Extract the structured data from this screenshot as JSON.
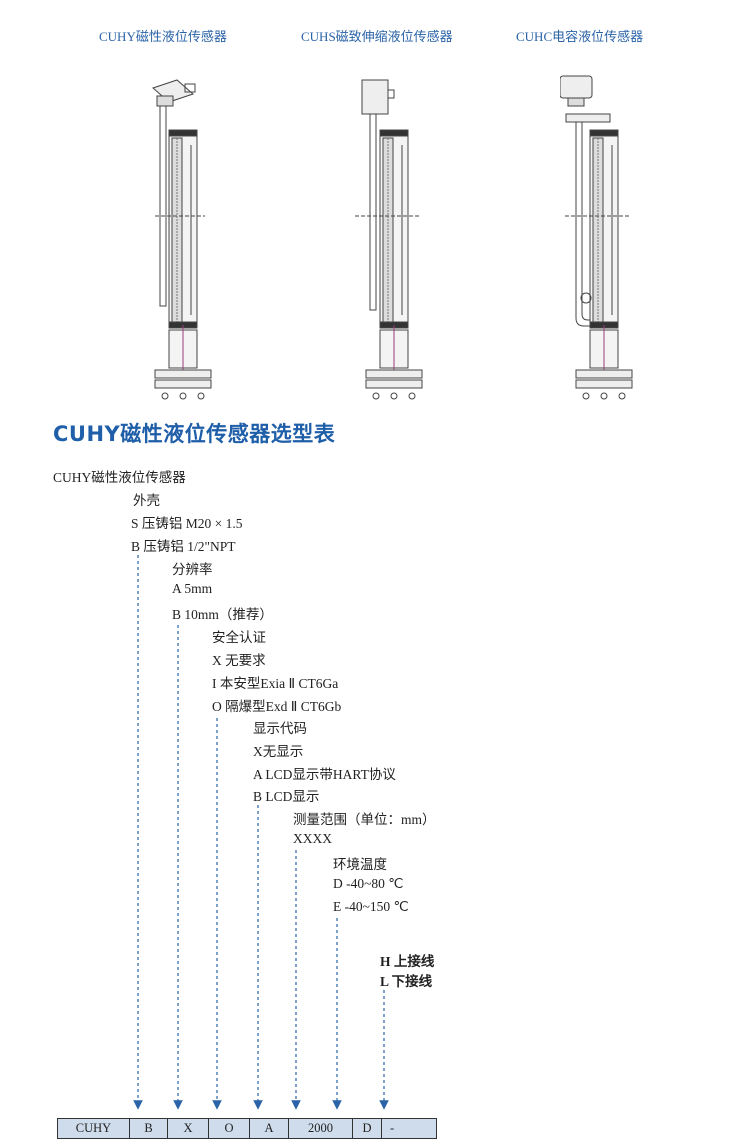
{
  "captions": [
    "CUHY磁性液位传感器",
    "CUHS磁致伸缩液位传感器",
    "CUHC电容液位传感器"
  ],
  "section_title": "CUHY磁性液位传感器选型表",
  "model_name": "CUHY磁性液位传感器",
  "housing": {
    "heading": "外壳",
    "options": [
      "S  压铸铝 M20 × 1.5",
      "B  压铸铝 1/2\"NPT"
    ]
  },
  "resolution": {
    "heading": "分辨率",
    "options": [
      "A  5mm",
      "B  10mm（推荐）"
    ]
  },
  "certification": {
    "heading": "安全认证",
    "options": [
      "X  无要求",
      "I   本安型Exia Ⅱ CT6Ga",
      "O  隔爆型Exd Ⅱ CT6Gb"
    ]
  },
  "display": {
    "heading": "显示代码",
    "options": [
      "X无显示",
      "A  LCD显示带HART协议",
      "B   LCD显示"
    ]
  },
  "range": {
    "heading": "测量范围（单位：mm）",
    "options": [
      "XXXX"
    ]
  },
  "temperature": {
    "heading": "环境温度",
    "options": [
      "D  -40~80 ℃",
      "E  -40~150 ℃"
    ]
  },
  "connection": {
    "options": [
      "H  上接线",
      "L   下接线"
    ]
  },
  "example_code": [
    "CUHY",
    "B",
    "X",
    "O",
    "A",
    "2000",
    "D",
    "-"
  ]
}
